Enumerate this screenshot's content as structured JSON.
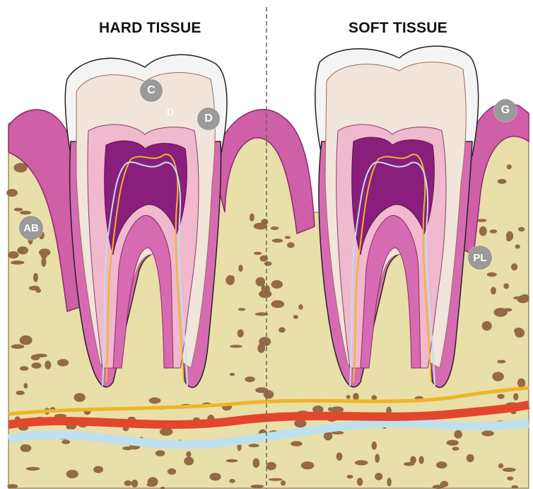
{
  "headings": {
    "left": "HARD TISSUE",
    "right": "SOFT TISSUE"
  },
  "labels": {
    "crown": "C",
    "dentin_inner": "D",
    "dentin": "D",
    "gingiva": "G",
    "alveolar_bone": "AB",
    "periodontal_ligament": "PL"
  },
  "colors": {
    "enamel": "#f4f4f4",
    "dentin": "#f1e4da",
    "pulp_light": "#eebfcf",
    "pulp_dark": "#8a1e7c",
    "gum": "#cf5fa6",
    "bone": "#e9dfa8",
    "bone_pores": "#8b5e3c",
    "artery": "#e3462c",
    "nerve": "#f0b429",
    "vein": "#bfe0ef",
    "label_badge": "#9a9a9a",
    "divider": "#666666"
  }
}
